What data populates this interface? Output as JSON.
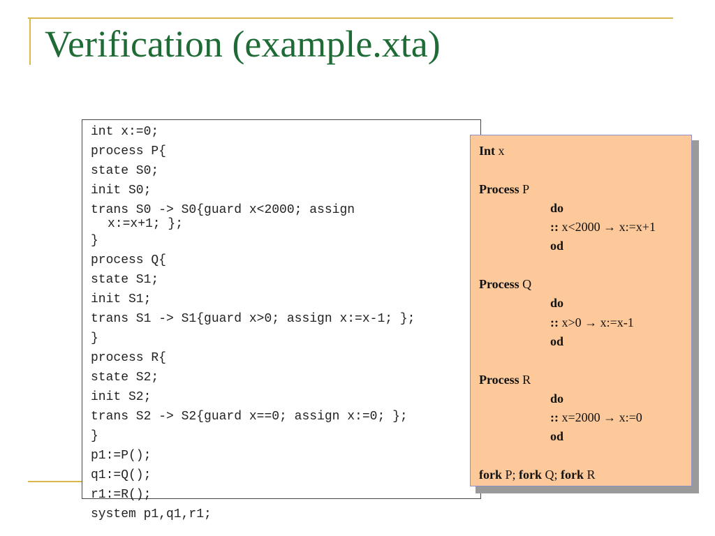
{
  "slide": {
    "title": "Verification (example.xta)",
    "accent_color": "#d9b84a",
    "title_color": "#1e6b36"
  },
  "code": [
    {
      "text": "int x:=0;"
    },
    {
      "text": "process P{"
    },
    {
      "text": "state S0;"
    },
    {
      "text": "init S0;"
    },
    {
      "text": "trans S0 -> S0{guard x<2000; assign",
      "cont": "x:=x+1; };"
    },
    {
      "text": "}"
    },
    {
      "text": "process Q{"
    },
    {
      "text": "state S1;"
    },
    {
      "text": "init S1;"
    },
    {
      "text": "trans S1 -> S1{guard x>0; assign x:=x-1; };"
    },
    {
      "text": "}"
    },
    {
      "text": "process R{"
    },
    {
      "text": "state S2;"
    },
    {
      "text": "init S2;"
    },
    {
      "text": "trans S2 -> S2{guard x==0; assign x:=0; };"
    },
    {
      "text": "}"
    },
    {
      "text": "p1:=P();"
    },
    {
      "text": "q1:=Q();"
    },
    {
      "text": "r1:=R();"
    },
    {
      "text": "system p1,q1,r1;"
    }
  ],
  "promela": {
    "box_color": "#fdc99a",
    "lines": [
      {
        "indent": false,
        "parts": [
          {
            "t": "Int",
            "b": true
          },
          {
            "t": " x",
            "b": false
          }
        ]
      },
      {
        "indent": false,
        "parts": []
      },
      {
        "indent": false,
        "parts": [
          {
            "t": "Process",
            "b": true
          },
          {
            "t": " P",
            "b": false
          }
        ]
      },
      {
        "indent": true,
        "parts": [
          {
            "t": "do",
            "b": true
          }
        ]
      },
      {
        "indent": true,
        "parts": [
          {
            "t": "::",
            "b": true
          },
          {
            "t": " x<2000 → x:=x+1",
            "b": false
          }
        ]
      },
      {
        "indent": true,
        "parts": [
          {
            "t": "od",
            "b": true
          }
        ]
      },
      {
        "indent": false,
        "parts": []
      },
      {
        "indent": false,
        "parts": [
          {
            "t": "Process",
            "b": true
          },
          {
            "t": " Q",
            "b": false
          }
        ]
      },
      {
        "indent": true,
        "parts": [
          {
            "t": "do",
            "b": true
          }
        ]
      },
      {
        "indent": true,
        "parts": [
          {
            "t": "::",
            "b": true
          },
          {
            "t": " x>0 → x:=x-1",
            "b": false
          }
        ]
      },
      {
        "indent": true,
        "parts": [
          {
            "t": "od",
            "b": true
          }
        ]
      },
      {
        "indent": false,
        "parts": []
      },
      {
        "indent": false,
        "parts": [
          {
            "t": "Process",
            "b": true
          },
          {
            "t": " R",
            "b": false
          }
        ]
      },
      {
        "indent": true,
        "parts": [
          {
            "t": "do",
            "b": true
          }
        ]
      },
      {
        "indent": true,
        "parts": [
          {
            "t": "::",
            "b": true
          },
          {
            "t": " x=2000 → x:=0",
            "b": false
          }
        ]
      },
      {
        "indent": true,
        "parts": [
          {
            "t": "od",
            "b": true
          }
        ]
      },
      {
        "indent": false,
        "parts": []
      },
      {
        "indent": false,
        "parts": [
          {
            "t": "fork",
            "b": true
          },
          {
            "t": " P; ",
            "b": false
          },
          {
            "t": "fork",
            "b": true
          },
          {
            "t": " Q; ",
            "b": false
          },
          {
            "t": "fork",
            "b": true
          },
          {
            "t": " R",
            "b": false
          }
        ]
      }
    ]
  }
}
